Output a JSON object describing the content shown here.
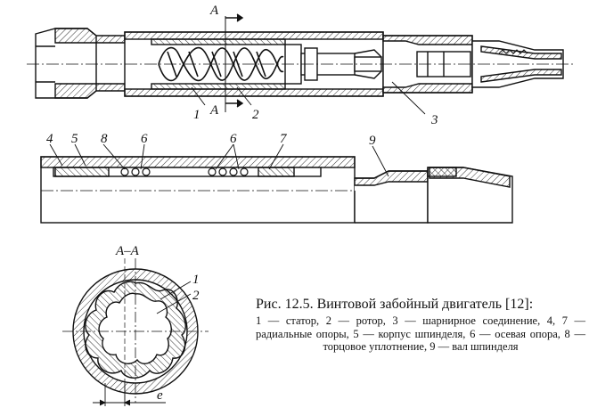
{
  "figure": {
    "section_mark": "A",
    "section_title": "A–A",
    "clearance_label": "e",
    "top_labels": {
      "stator": "1",
      "rotor": "2",
      "joint": "3"
    },
    "middle_labels": {
      "radial_left": "4",
      "housing": "5",
      "seal": "8",
      "axial_left": "6",
      "axial_right": "6",
      "radial_right": "7",
      "shaft": "9"
    },
    "section_labels": {
      "stator": "1",
      "rotor": "2"
    }
  },
  "caption": {
    "title": "Рис. 12.5. Винтовой забойный двигатель [12]:",
    "body": "1 — статор, 2 — ротор, 3 — шарнирное соединение, 4, 7 — радиальные опоры, 5 — корпус шпинделя, 6 — осевая опора, 8 — торцовое уплотнение, 9 — вал шпинделя"
  },
  "colors": {
    "ink": "#111111",
    "paper": "#ffffff",
    "hatch": "#333333"
  }
}
